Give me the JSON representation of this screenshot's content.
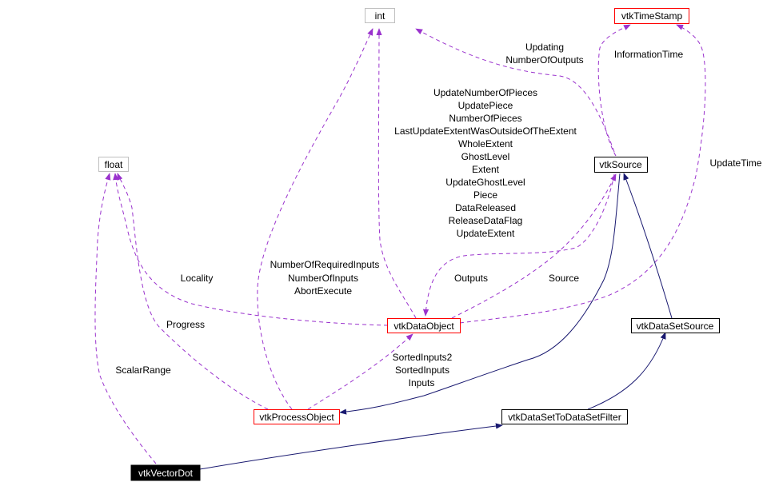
{
  "colors": {
    "usage_edge": "#9a32cd",
    "inherit_edge": "#191970",
    "node_documented": "#ff0000",
    "node_plain": "#000000",
    "node_builtin": "#bfbfbf",
    "node_focus_fill": "#000000",
    "node_focus_text": "#ffffff"
  },
  "nodes": {
    "int": "int",
    "vtkTimeStamp": "vtkTimeStamp",
    "float": "float",
    "vtkSource": "vtkSource",
    "vtkDataObject": "vtkDataObject",
    "vtkDataSetSource": "vtkDataSetSource",
    "vtkProcessObject": "vtkProcessObject",
    "vtkDataSetToDataSetFilter": "vtkDataSetToDataSetFilter",
    "vtkVectorDot": "vtkVectorDot"
  },
  "labels": {
    "source_to_int": [
      "Updating",
      "NumberOfOutputs"
    ],
    "information_time": [
      "InformationTime"
    ],
    "dataobject_to_int": [
      "UpdateNumberOfPieces",
      "UpdatePiece",
      "NumberOfPieces",
      "LastUpdateExtentWasOutsideOfTheExtent",
      "WholeExtent",
      "GhostLevel",
      "Extent",
      "UpdateGhostLevel",
      "Piece",
      "DataReleased",
      "ReleaseDataFlag",
      "UpdateExtent"
    ],
    "update_time": [
      "UpdateTime"
    ],
    "processobject_to_int": [
      "NumberOfRequiredInputs",
      "NumberOfInputs",
      "AbortExecute"
    ],
    "locality": [
      "Locality"
    ],
    "outputs": [
      "Outputs"
    ],
    "source": [
      "Source"
    ],
    "progress": [
      "Progress"
    ],
    "scalar_range": [
      "ScalarRange"
    ],
    "inputs": [
      "SortedInputs2",
      "SortedInputs",
      "Inputs"
    ]
  }
}
